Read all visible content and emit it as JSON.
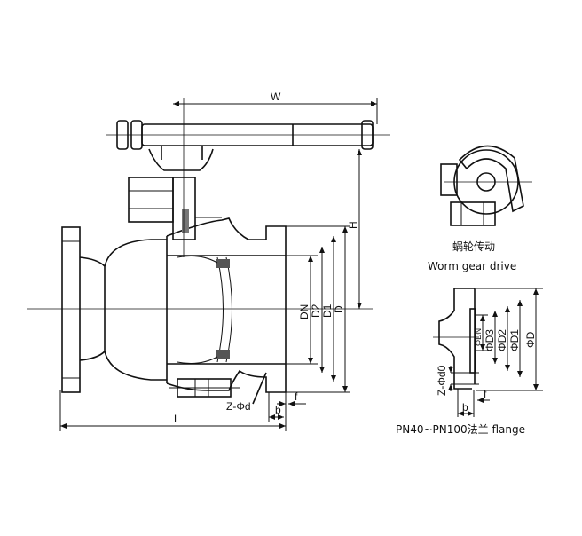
{
  "main_view": {
    "dim_W": "W",
    "dim_H": "H",
    "dim_DN": "DN",
    "dim_D2": "D2",
    "dim_D1": "D1",
    "dim_D": "D",
    "dim_Zd": "Z-Φd",
    "dim_b": "b",
    "dim_f": "f",
    "dim_L": "L"
  },
  "worm_gear": {
    "caption_cn": "蜗轮传动",
    "caption_en": "Worm gear drive"
  },
  "flange_detail": {
    "dim_DN": "ΦDN",
    "dim_D3": "ΦD3",
    "dim_D2": "ΦD2",
    "dim_D1": "ΦD1",
    "dim_D": "ΦD",
    "dim_Zd0": "Z-Φd0",
    "dim_b": "b",
    "dim_f": "f",
    "caption": "PN40~PN100法兰 flange"
  }
}
